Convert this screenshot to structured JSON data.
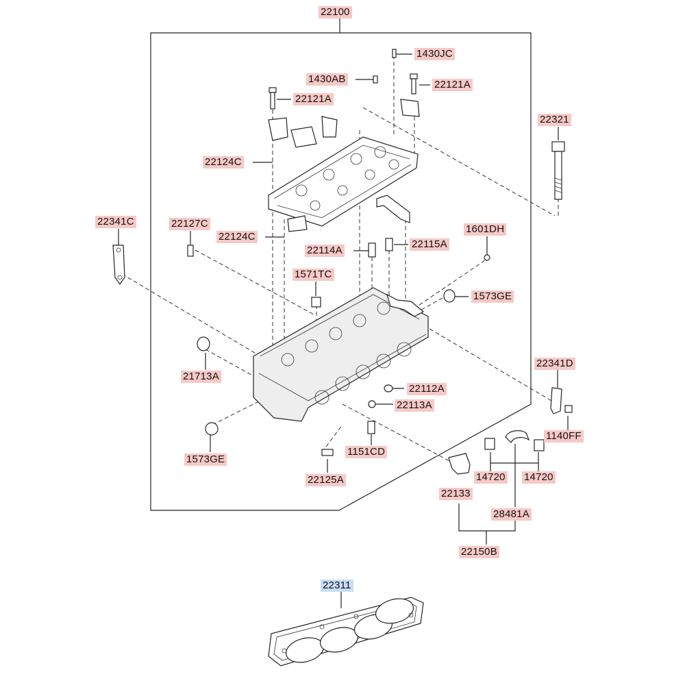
{
  "colors": {
    "callout_bg": "#f7c9c6",
    "callout_highlight_bg": "#c9dcf5",
    "line": "#222222"
  },
  "callouts": {
    "c22100": "22100",
    "c1430JC": "1430JC",
    "c1430AB": "1430AB",
    "c22121A_right": "22121A",
    "c22121A_left": "22121A",
    "c22321": "22321",
    "c22124C_top": "22124C",
    "c22341C": "22341C",
    "c22127C": "22127C",
    "c22124C_bottom": "22124C",
    "c1601DH": "1601DH",
    "c22114A": "22114A",
    "c22115A": "22115A",
    "c1571TC": "1571TC",
    "c1573GE_right": "1573GE",
    "c22341D": "22341D",
    "c21713A": "21713A",
    "c22112A": "22112A",
    "c22113A": "22113A",
    "c1140FF": "1140FF",
    "c1151CD": "1151CD",
    "c14720_left": "14720",
    "c14720_right": "14720",
    "c1573GE_left": "1573GE",
    "c22133": "22133",
    "c22125A": "22125A",
    "c28481A": "28481A",
    "c22150B": "22150B",
    "c22311": "22311"
  }
}
